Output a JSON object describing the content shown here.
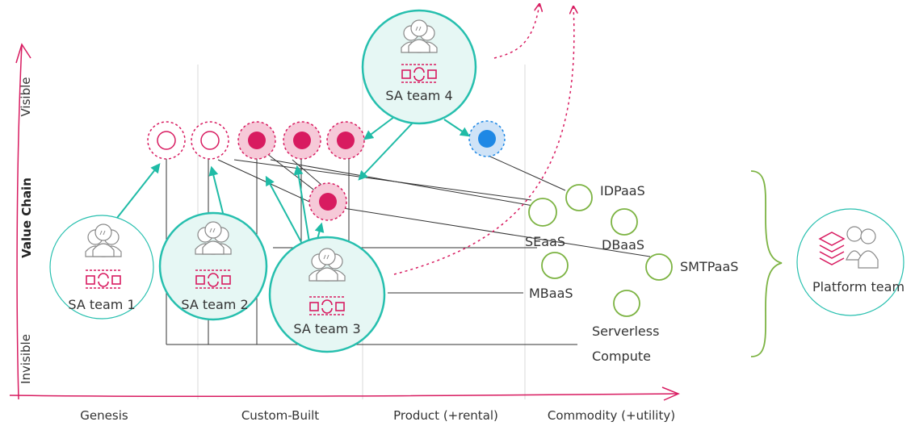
{
  "axes": {
    "y_title": "Value Chain",
    "y_top": "Visible",
    "y_bottom": "Invisible",
    "x_stages": [
      "Genesis",
      "Custom-Built",
      "Product (+rental)",
      "Commodity (+utility)"
    ]
  },
  "teams": {
    "sa1": "SA team 1",
    "sa2": "SA team 2",
    "sa3": "SA team 3",
    "sa4": "SA team 4",
    "platform": "Platform team"
  },
  "services": {
    "idpaas": "IDPaaS",
    "seaas": "SEaaS",
    "dbaas": "DBaaS",
    "smtpaas": "SMTPaaS",
    "mbaas": "MBaaS",
    "serverless_1": "Serverless",
    "serverless_2": "Compute"
  },
  "colors": {
    "axis": "#d81b60",
    "team_border": "#26bfae",
    "team_fill": "#e6f7f4",
    "arrow": "#1fbba6",
    "node_fill": "#d81b60",
    "node_halo": "#f6c9d8",
    "blue_node": "#1e88e5",
    "blue_halo": "#cfe3f7",
    "service_ring": "#7cb342",
    "icon": "#d81b60",
    "people": "#888888"
  }
}
